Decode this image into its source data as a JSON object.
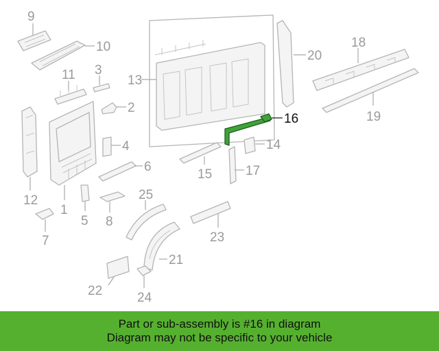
{
  "part_numbers": {
    "p1": "1",
    "p2": "2",
    "p3": "3",
    "p4": "4",
    "p5": "5",
    "p6": "6",
    "p7": "7",
    "p8": "8",
    "p9": "9",
    "p10": "10",
    "p11": "11",
    "p12": "12",
    "p13": "13",
    "p14": "14",
    "p15": "15",
    "p16": "16",
    "p17": "17",
    "p18": "18",
    "p19": "19",
    "p20": "20",
    "p21": "21",
    "p22": "22",
    "p23": "23",
    "p24": "24",
    "p25": "25"
  },
  "highlighted_part": "16",
  "colors": {
    "highlight_fill": "#3fa33a",
    "banner_background": "#56b02f",
    "line_gray": "#b4b4b4"
  },
  "banner": {
    "line1": "Part or sub-assembly is #16 in diagram",
    "line2": "Diagram may not be specific to your vehicle"
  }
}
